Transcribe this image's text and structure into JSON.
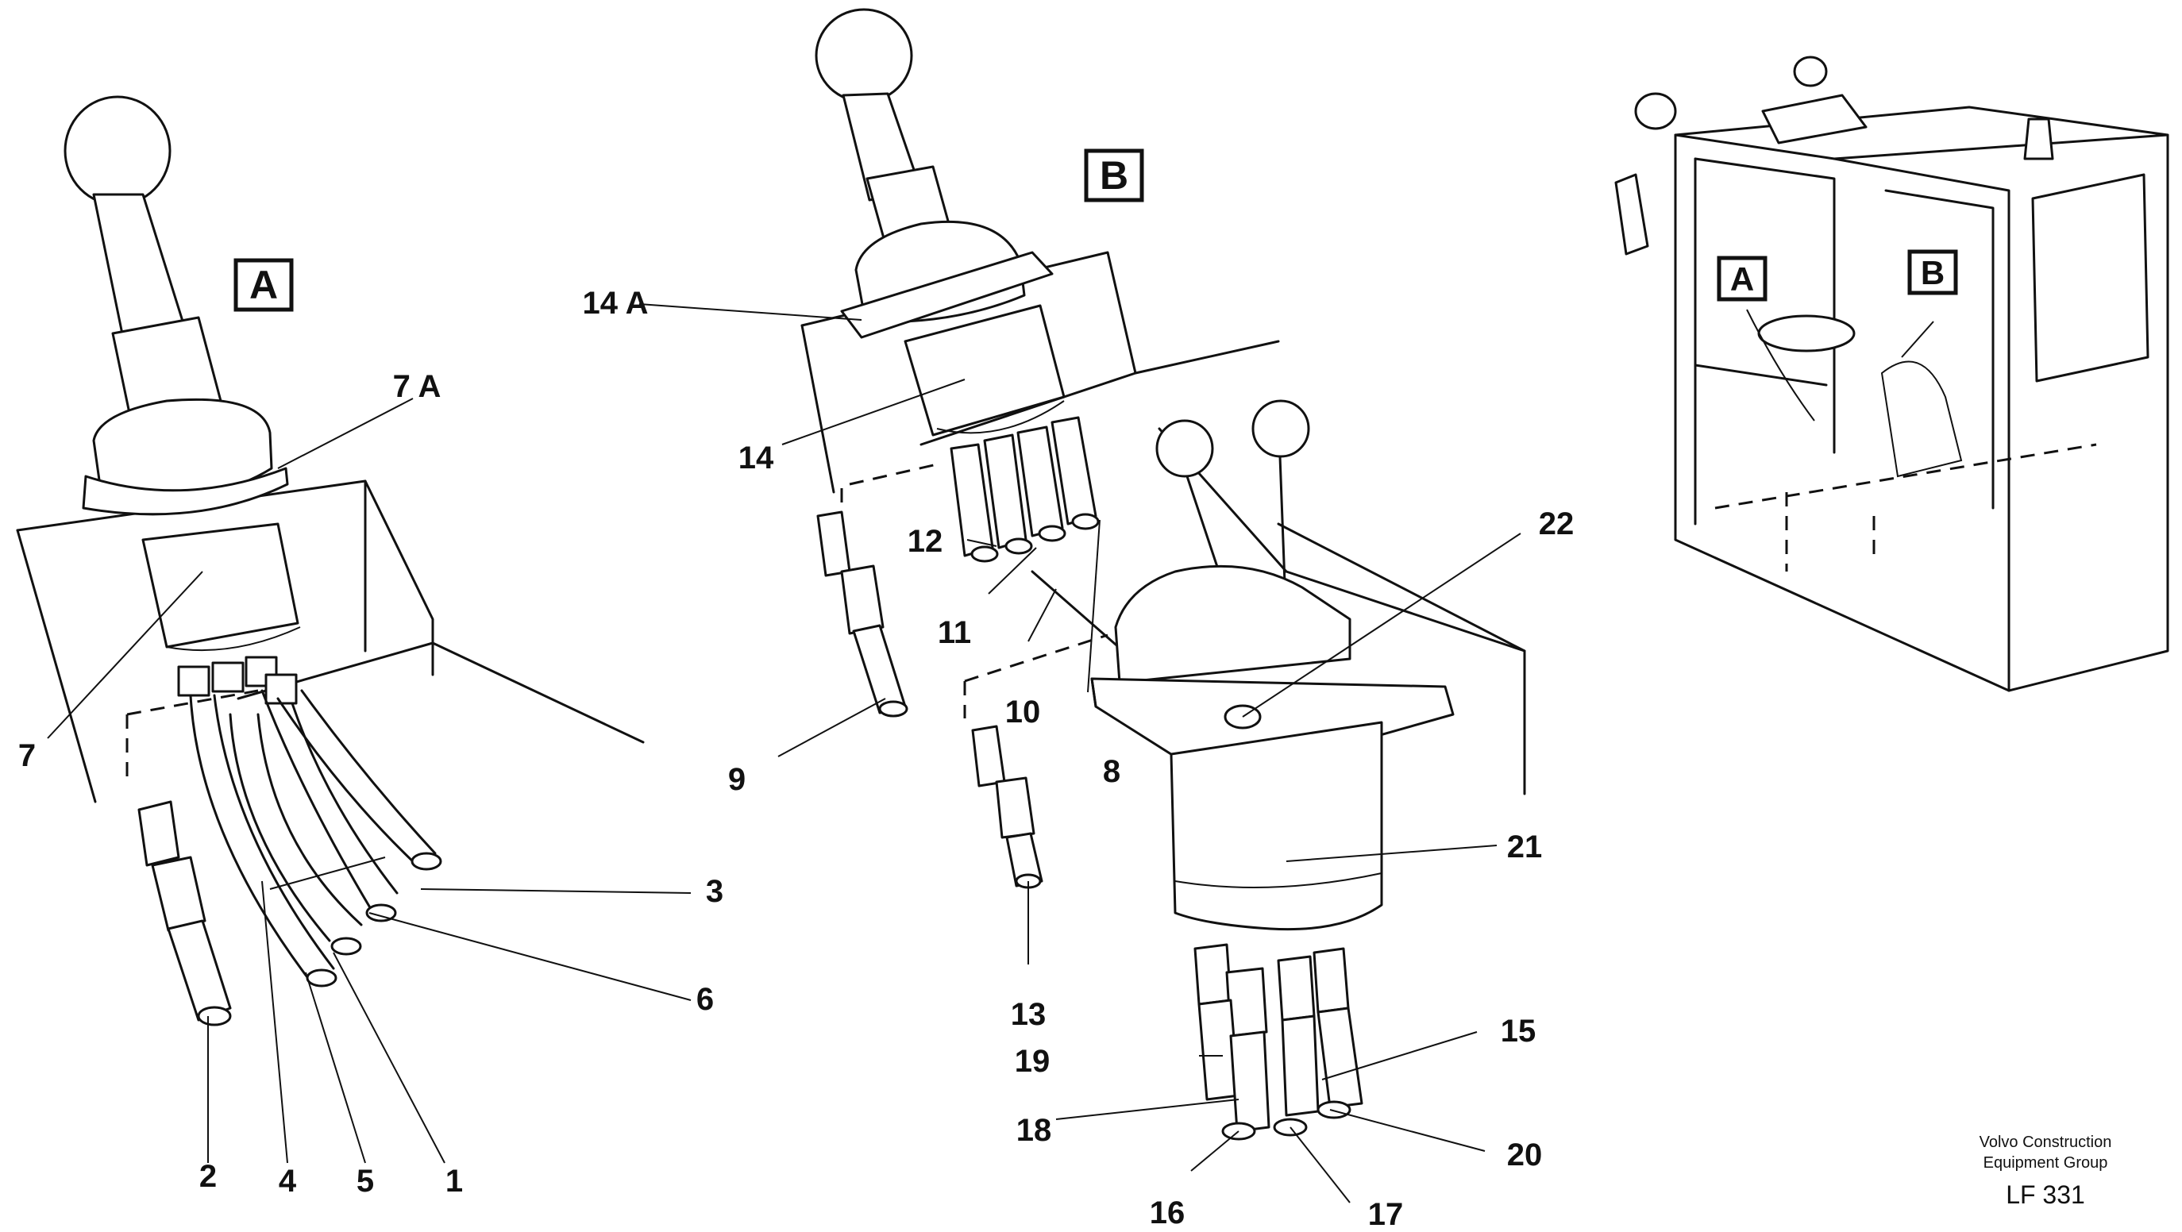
{
  "views": {
    "a": {
      "tag": "A"
    },
    "b": {
      "tag": "B"
    }
  },
  "callouts": {
    "p1": "1",
    "p2": "2",
    "p3": "3",
    "p4": "4",
    "p5": "5",
    "p6": "6",
    "p7": "7",
    "p7a": "7 A",
    "p8": "8",
    "p9": "9",
    "p10": "10",
    "p11": "11",
    "p12": "12",
    "p13": "13",
    "p14": "14",
    "p14a": "14 A",
    "p15": "15",
    "p16": "16",
    "p17": "17",
    "p18": "18",
    "p19": "19",
    "p20": "20",
    "p21": "21",
    "p22": "22"
  },
  "cab_inset": {
    "tag_a": "A",
    "tag_b": "B"
  },
  "footer": {
    "company_line1": "Volvo Construction",
    "company_line2": "Equipment Group",
    "drawing_code": "LF 331"
  }
}
